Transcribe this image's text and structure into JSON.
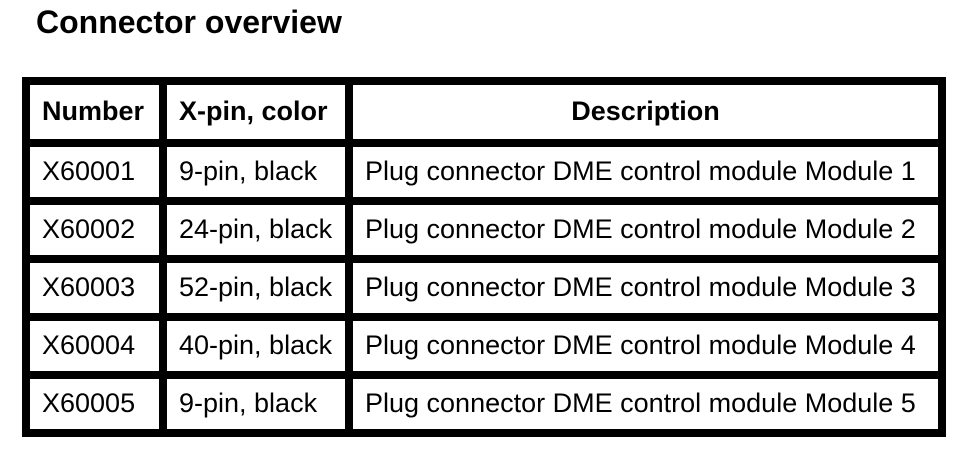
{
  "page": {
    "title": "Connector overview",
    "colors": {
      "background": "#ffffff",
      "text": "#000000",
      "table_border": "#000000"
    }
  },
  "table": {
    "headers": {
      "number": "Number",
      "pin": "X-pin, color",
      "description": "Description"
    },
    "rows": [
      {
        "number": "X60001",
        "pin": "9-pin, black",
        "description": "Plug connector DME control module Module 1"
      },
      {
        "number": "X60002",
        "pin": "24-pin, black",
        "description": "Plug connector DME control module Module 2"
      },
      {
        "number": "X60003",
        "pin": "52-pin, black",
        "description": "Plug connector DME control module Module 3"
      },
      {
        "number": "X60004",
        "pin": "40-pin, black",
        "description": "Plug connector DME control module Module 4"
      },
      {
        "number": "X60005",
        "pin": "9-pin, black",
        "description": "Plug connector DME control module Module 5"
      }
    ]
  }
}
